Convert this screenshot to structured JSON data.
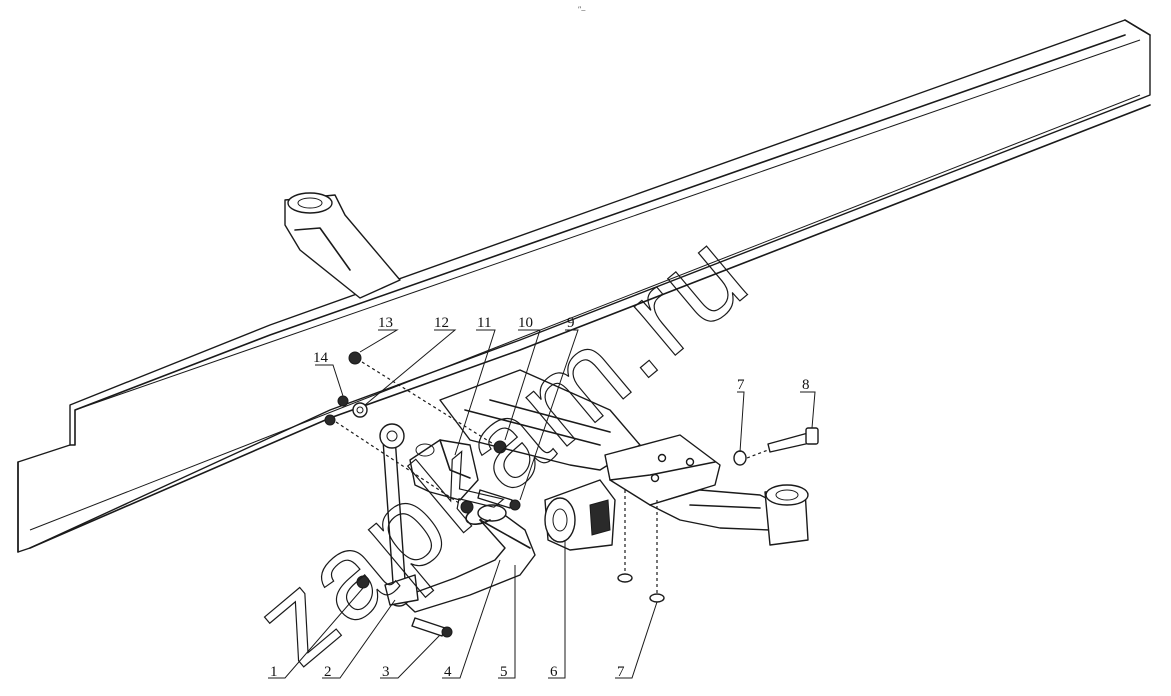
{
  "watermark": "zapkam.ru",
  "header_mark": "″‒",
  "callouts": [
    {
      "id": "c1",
      "label": "1"
    },
    {
      "id": "c2",
      "label": "2"
    },
    {
      "id": "c3",
      "label": "3"
    },
    {
      "id": "c4",
      "label": "4"
    },
    {
      "id": "c5",
      "label": "5"
    },
    {
      "id": "c6",
      "label": "6"
    },
    {
      "id": "c7a",
      "label": "7"
    },
    {
      "id": "c7b",
      "label": "7"
    },
    {
      "id": "c8",
      "label": "8"
    },
    {
      "id": "c9",
      "label": "9"
    },
    {
      "id": "c10",
      "label": "10"
    },
    {
      "id": "c11",
      "label": "11"
    },
    {
      "id": "c12",
      "label": "12"
    },
    {
      "id": "c13",
      "label": "13"
    },
    {
      "id": "c14",
      "label": "14"
    }
  ]
}
